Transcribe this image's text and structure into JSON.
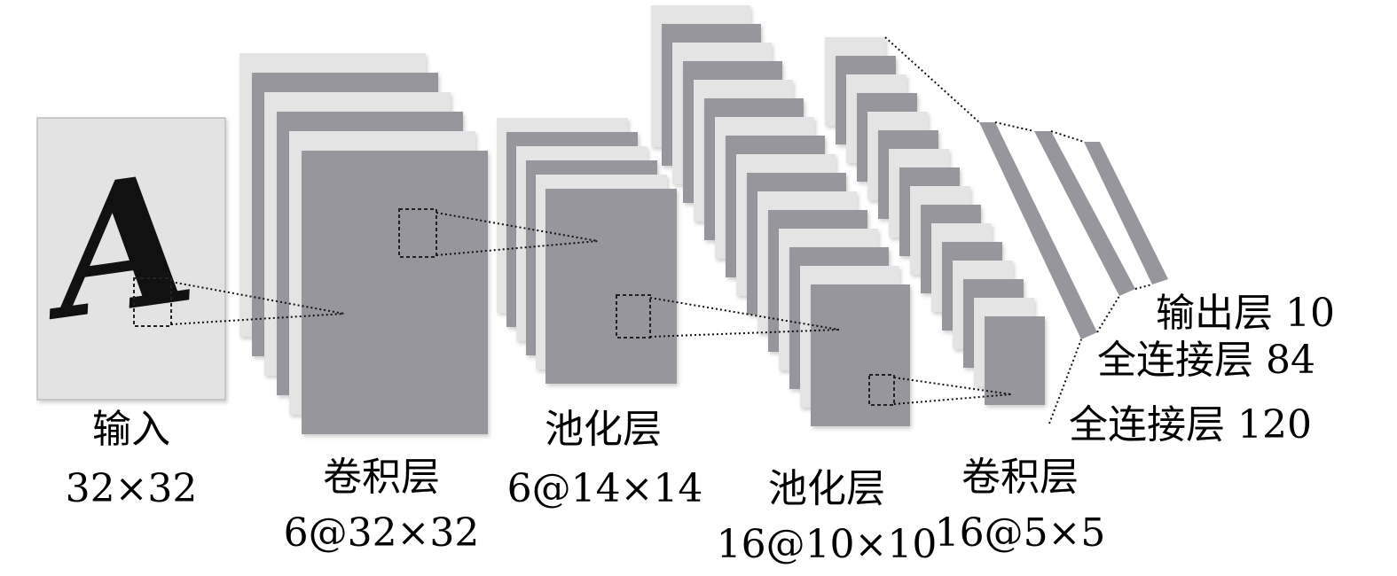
{
  "colors": {
    "map_dark": "#96969c",
    "map_light": "#e4e4e4",
    "input_bg": "#e3e3e3",
    "lines": "#000000"
  },
  "input": {
    "glyph": "A",
    "label_name": "输入",
    "label_size": "32×32"
  },
  "conv1": {
    "label_name": "卷积层",
    "label_size": "6@32×32"
  },
  "pool1": {
    "label_name": "池化层",
    "label_size": "6@14×14"
  },
  "pool2": {
    "label_name": "池化层",
    "label_size": "16@10×10"
  },
  "conv2": {
    "label_name": "卷积层",
    "label_size": "16@5×5"
  },
  "fc120": {
    "label": "全连接层 120"
  },
  "fc84": {
    "label": "全连接层 84"
  },
  "output": {
    "label": "输出层 10"
  }
}
